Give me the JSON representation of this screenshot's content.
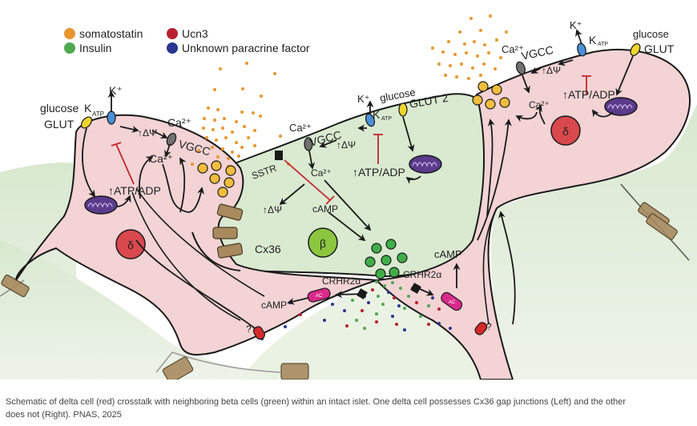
{
  "legend": {
    "items": [
      {
        "label": "somatostatin",
        "color": "#e8962e"
      },
      {
        "label": "Ucn3",
        "color": "#b8202e"
      },
      {
        "label": "Insulin",
        "color": "#4faa4f"
      },
      {
        "label": "Unknown paracrine factor",
        "color": "#2a3590"
      }
    ]
  },
  "colors": {
    "delta_cell": "#f3d3d4",
    "beta_cell": "#d9ead0",
    "background_islet": "#e6f0df",
    "nucleus_delta": "#d9484c",
    "nucleus_beta": "#8cc63f",
    "granule_sst": "#f2bd3c",
    "granule_ins": "#3fae49",
    "katp": "#4a90d9",
    "glut": "#f1d52e",
    "vgcc": "#707070",
    "ac": "#d92a8a",
    "ucn_receptor": "#d42a2a",
    "mito": "#5b3b8c",
    "gap_junction": "#a88a5e",
    "inhibit": "#c0272d"
  },
  "left_delta": {
    "glucose": "glucose",
    "glut": "GLUT",
    "katp_k": "K",
    "katp_sub": "ATP",
    "k_ion": "K⁺",
    "delta_psi": "↑ΔΨ",
    "ca_out": "Ca²⁺",
    "vgcc": "VGCC",
    "ca_in": "Ca²⁺",
    "atp_adp": "↑ATP/ADP",
    "nucleus": "δ",
    "camp": "cAMP",
    "unknown": "?"
  },
  "beta": {
    "k_ion": "K⁺",
    "katp_k": "K",
    "katp_sub": "ATP",
    "glucose": "glucose",
    "glut": "GLUT 2",
    "ca_out": "Ca²⁺",
    "vgcc": "VGCC",
    "delta_psi": "↑ΔΨ",
    "sstr": "SSTR",
    "ca_in": "Ca²⁺",
    "atp_adp": "↑ATP/ADP",
    "delta_psi_2": "↑ΔΨ",
    "camp": "cAMP",
    "nucleus": "β",
    "cx36": "Cx36",
    "crhr_left": "CRHR2α",
    "crhr_right": "CRHR2α",
    "ac": "AC"
  },
  "right_delta": {
    "k_ion": "K⁺",
    "katp_k": "K",
    "katp_sub": "ATP",
    "glucose": "glucose",
    "glut": "GLUT",
    "ca_out": "Ca²⁺",
    "vgcc": "VGCC",
    "delta_psi": "↑ΔΨ",
    "atp_adp": "↑ATP/ADP",
    "ca_in": "Ca²⁺",
    "nucleus": "δ",
    "camp": "cAMP",
    "unknown": "?",
    "ac": "AC"
  },
  "caption": {
    "line1": "Schematic of delta cell (red) crosstalk with neighboring beta cells (green) within an intact islet. One delta cell possesses Cx36 gap junctions (Left) and the other",
    "line2": "does not (Right). PNAS, 2025"
  }
}
